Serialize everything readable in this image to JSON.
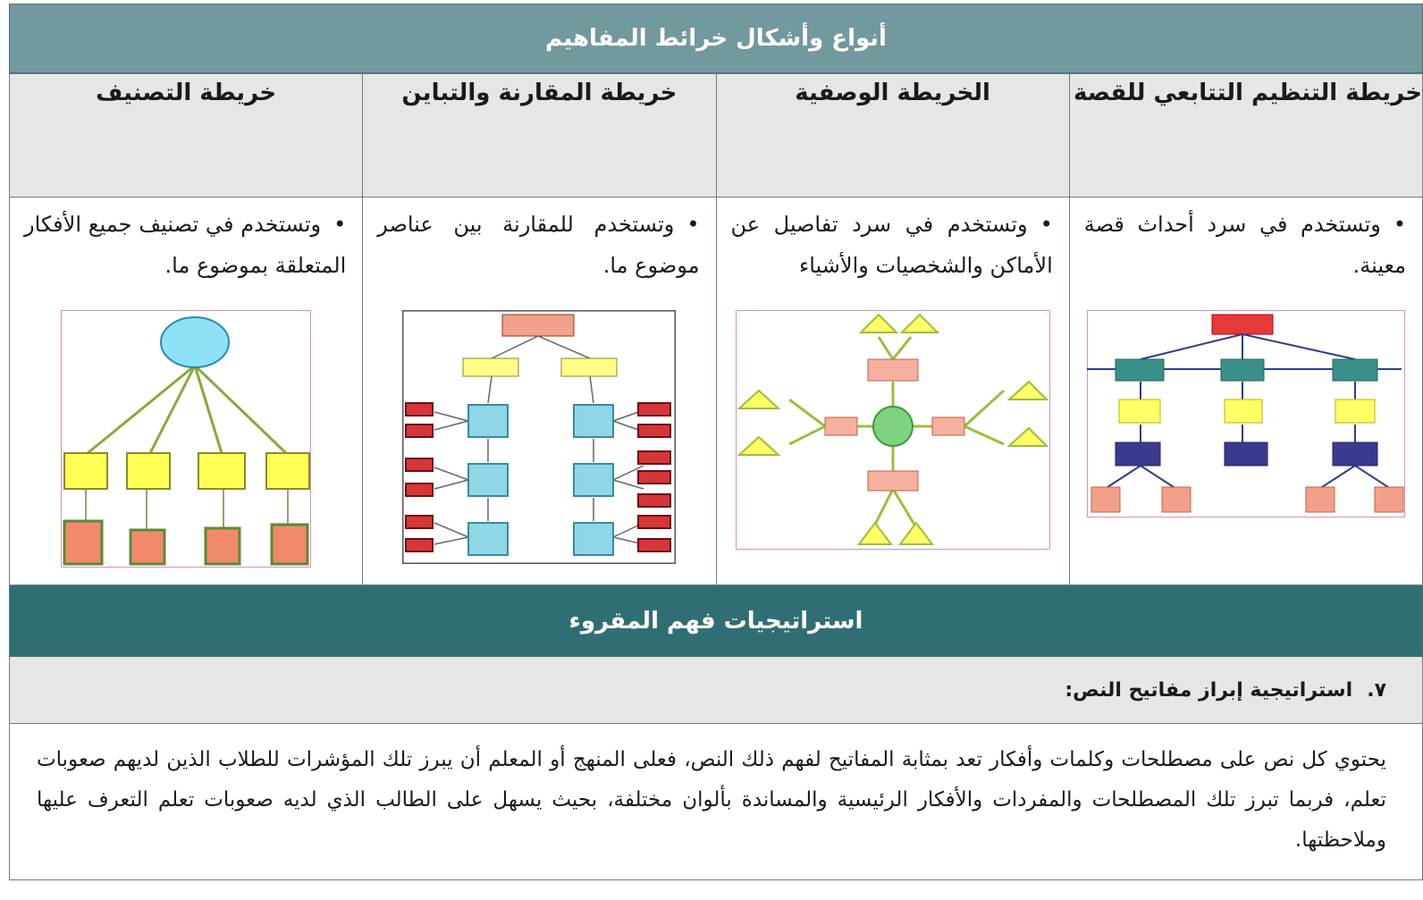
{
  "top_bar": {
    "title": "أنواع وأشكال خرائط المفاهيم"
  },
  "columns": [
    {
      "heading": "خريطة التنظيم التتابعي للقصة",
      "bullet": "•",
      "description": "وتستخدم في سرد أحداث قصة معينة."
    },
    {
      "heading": "الخريطة الوصفية",
      "bullet": "•",
      "description": "وتستخدم في سرد تفاصيل عن الأماكن والشخصيات والأشياء"
    },
    {
      "heading": "خريطة المقارنة والتباين",
      "bullet": "•",
      "description": "وتستخدم للمقارنة بين عناصر موضوع ما."
    },
    {
      "heading": "خريطة التصنيف",
      "bullet": "•",
      "description": "وتستخدم في تصنيف جميع الأفكار المتعلقة بموضوع ما."
    }
  ],
  "section_bar": {
    "title": "استراتيجيات فهم المقروء"
  },
  "strategy": {
    "number": "٧.",
    "title": "استراتيجية إبراز مفاتيح النص:"
  },
  "paragraph": "يحتوي كل نص على مصطلحات وكلمات وأفكار تعد بمثابة المفاتيح لفهم ذلك النص، فعلى المنهج أو المعلم أن يبرز تلك المؤشرات للطلاب الذين لديهم صعوبات تعلم، فربما تبرز تلك المصطلحات والمفردات والأفكار الرئيسية والمساندة بألوان مختلفة، بحيث يسهل على الطالب الذي لديه صعوبات تعلم التعرف عليها وملاحظتها.",
  "colors": {
    "top_bar": "#72999d",
    "section_bar": "#2f6f74",
    "header_bg": "#e6e6e6"
  }
}
